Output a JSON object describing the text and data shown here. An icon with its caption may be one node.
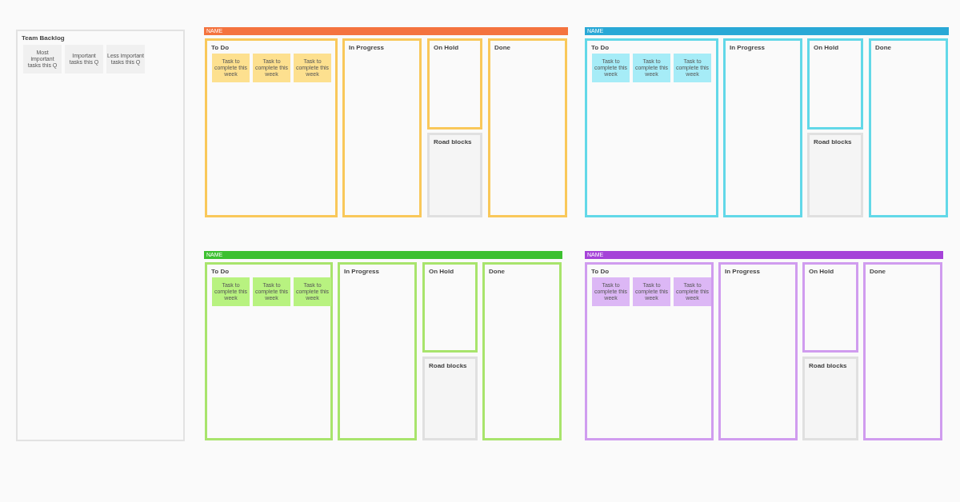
{
  "diagram": {
    "nodes": [
      {
        "text": [
          "Team Backlog"
        ]
      },
      {
        "text": [
          "Most important tasks this Q"
        ],
        "in": 0
      },
      {
        "text": [
          "Important tasks this Q"
        ],
        "in": 0
      },
      {
        "text": [
          "Less important tasks this Q"
        ],
        "in": 0
      },
      {
        "text": [
          "NAME"
        ]
      },
      {
        "text": [
          "To Do"
        ]
      },
      {
        "text": [
          "Task to complete this week"
        ],
        "in": 5
      },
      {
        "text": [
          "Task to complete this week"
        ],
        "in": 5
      },
      {
        "text": [
          "Task to complete this week"
        ],
        "in": 5
      },
      {
        "text": [
          "In Progress"
        ]
      },
      {
        "text": [
          "On Hold"
        ]
      },
      {
        "text": [
          "Road blocks"
        ]
      },
      {
        "text": [
          "Done"
        ]
      },
      {
        "text": [
          "NAME"
        ]
      },
      {
        "text": [
          "To Do"
        ]
      },
      {
        "text": [
          "Task to complete this week"
        ],
        "in": 14
      },
      {
        "text": [
          "Task to complete this week"
        ],
        "in": 14
      },
      {
        "text": [
          "Task to complete this week"
        ],
        "in": 14
      },
      {
        "text": [
          "In Progress"
        ]
      },
      {
        "text": [
          "On Hold"
        ]
      },
      {
        "text": [
          "Road blocks"
        ]
      },
      {
        "text": [
          "Done"
        ]
      },
      {
        "text": [
          "NAME"
        ]
      },
      {
        "text": [
          "To Do"
        ]
      },
      {
        "text": [
          "Task to complete this week"
        ],
        "in": 23
      },
      {
        "text": [
          "Task to complete this week"
        ],
        "in": 23
      },
      {
        "text": [
          "Task to complete this week"
        ],
        "in": 23
      },
      {
        "text": [
          "In Progress"
        ]
      },
      {
        "text": [
          "On Hold"
        ]
      },
      {
        "text": [
          "Road blocks"
        ]
      },
      {
        "text": [
          "Done"
        ]
      },
      {
        "text": [
          "NAME"
        ]
      },
      {
        "text": [
          "To Do"
        ]
      },
      {
        "text": [
          "Task to complete this week"
        ],
        "in": 32
      },
      {
        "text": [
          "Task to complete this week"
        ],
        "in": 32
      },
      {
        "text": [
          "Task to complete this week"
        ],
        "in": 32
      },
      {
        "text": [
          "In Progress"
        ]
      },
      {
        "text": [
          "On Hold"
        ]
      },
      {
        "text": [
          "Road blocks"
        ]
      },
      {
        "text": [
          "Done"
        ]
      }
    ]
  }
}
